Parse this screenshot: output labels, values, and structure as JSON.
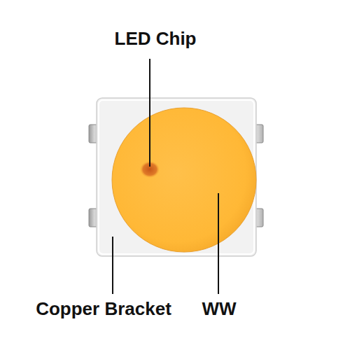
{
  "diagram": {
    "labels": [
      "LED Chip",
      "Copper Bracket",
      "WW"
    ]
  }
}
